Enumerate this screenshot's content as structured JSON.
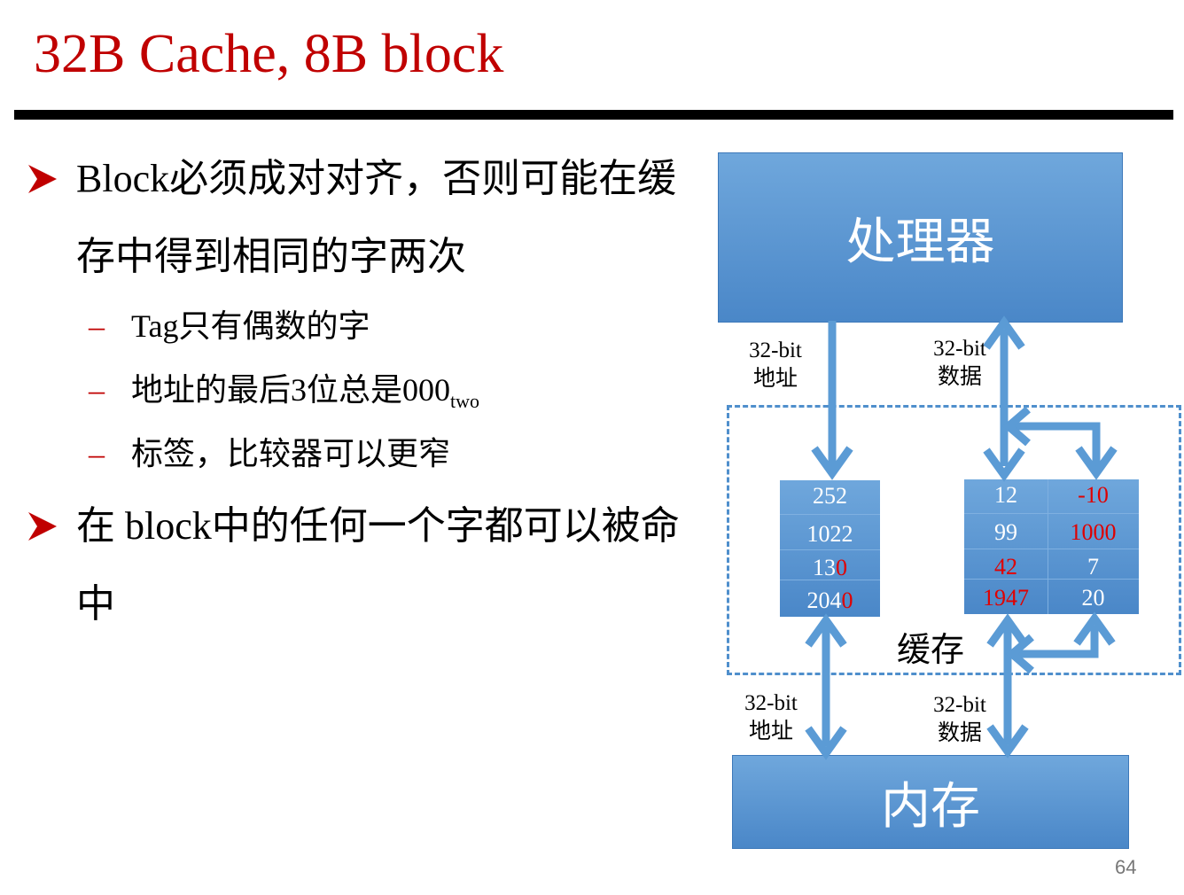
{
  "title": "32B Cache, 8B block",
  "bullets": [
    {
      "text": "Block必须成对对齐，否则可能在缓存中得到相同的字两次"
    },
    {
      "text": "在 block中的任何一个字都可以被命中"
    }
  ],
  "subbullets": [
    {
      "text": "Tag只有偶数的字"
    },
    {
      "text_main": "地址的最后3位总是000",
      "text_sub": "two"
    },
    {
      "text": "标签，比较器可以更窄"
    }
  ],
  "diagram": {
    "processor": "处理器",
    "memory": "内存",
    "cache": "缓存",
    "top_addr_label": [
      "32-bit",
      "地址"
    ],
    "top_data_label": [
      "32-bit",
      "数据"
    ],
    "bottom_addr_label": [
      "32-bit",
      "地址"
    ],
    "bottom_data_label": [
      "32-bit",
      "数据"
    ],
    "tags": [
      {
        "normal": "252",
        "red": ""
      },
      {
        "normal": "1022",
        "red": ""
      },
      {
        "normal": "13",
        "red": "0"
      },
      {
        "normal": "204",
        "red": "0"
      }
    ],
    "data": [
      [
        {
          "v": "12",
          "red": false
        },
        {
          "v": "-10",
          "red": true
        }
      ],
      [
        {
          "v": "99",
          "red": false
        },
        {
          "v": "1000",
          "red": true
        }
      ],
      [
        {
          "v": "42",
          "red": true
        },
        {
          "v": "7",
          "red": false
        }
      ],
      [
        {
          "v": "1947",
          "red": true
        },
        {
          "v": "20",
          "red": false
        }
      ]
    ],
    "colors": {
      "box": "#4a87c8",
      "arrow": "#5b9bd5",
      "red": "#e00000"
    }
  },
  "page_number": "64"
}
